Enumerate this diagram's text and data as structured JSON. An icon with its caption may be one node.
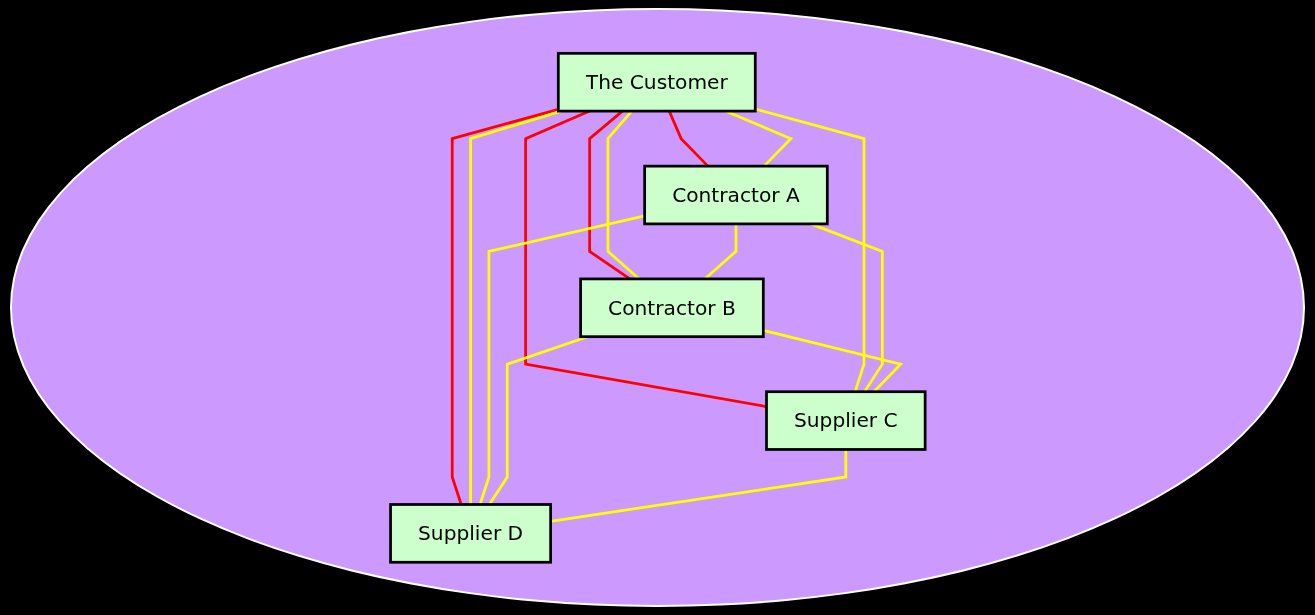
{
  "diagram": {
    "nodes": [
      {
        "text": [
          "The Customer"
        ]
      },
      {
        "text": [
          "Contractor A"
        ]
      },
      {
        "text": [
          "Contractor B"
        ]
      },
      {
        "text": [
          "Supplier C"
        ]
      },
      {
        "text": [
          "Supplier D"
        ]
      }
    ],
    "edges": [
      {
        "from": 0,
        "to": 1,
        "arrow": "none",
        "color": "#ff0000"
      },
      {
        "from": 0,
        "to": 2,
        "arrow": "none",
        "color": "#ff0000"
      },
      {
        "from": 0,
        "to": 3,
        "arrow": "none",
        "color": "#ff0000"
      },
      {
        "from": 0,
        "to": 4,
        "arrow": "none",
        "color": "#ff0000"
      },
      {
        "from": 0,
        "to": 1,
        "arrow": "none"
      },
      {
        "from": 0,
        "to": 2,
        "arrow": "none"
      },
      {
        "from": 0,
        "to": 3,
        "arrow": "none"
      },
      {
        "from": 0,
        "to": 4,
        "arrow": "none"
      },
      {
        "from": 1,
        "to": 2,
        "arrow": "none"
      },
      {
        "from": 1,
        "to": 3,
        "arrow": "none"
      },
      {
        "from": 1,
        "to": 4,
        "arrow": "none"
      },
      {
        "from": 2,
        "to": 3,
        "arrow": "none"
      },
      {
        "from": 2,
        "to": 4,
        "arrow": "none"
      },
      {
        "from": 3,
        "to": 4,
        "arrow": "none"
      }
    ]
  }
}
